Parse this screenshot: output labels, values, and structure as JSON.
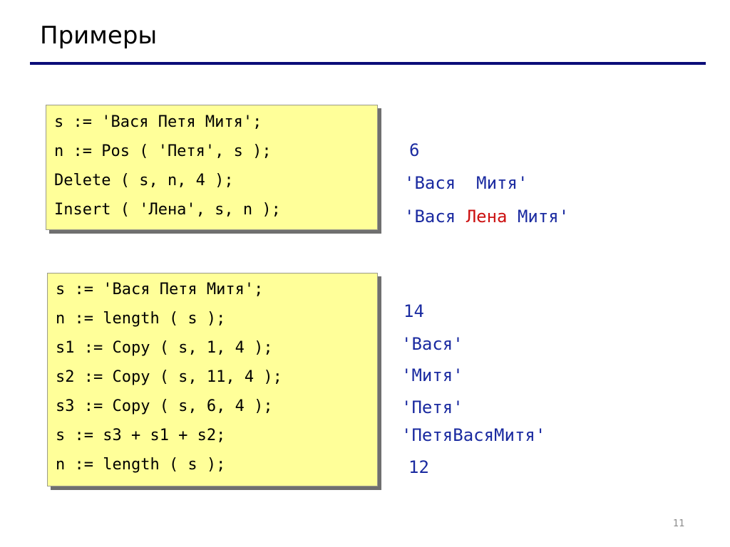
{
  "title": "Примеры",
  "example1": {
    "code": [
      "s := 'Вася Петя Митя';",
      "n := Pos ( 'Петя', s );",
      "Delete ( s, n, 4 );",
      "Insert ( 'Лена', s, n );"
    ],
    "results": {
      "r0": "6",
      "r1": "'Вася  Митя'",
      "r2_before": "'Вася ",
      "r2_highlight": "Лена",
      "r2_after": " Митя'"
    }
  },
  "example2": {
    "code": [
      "s := 'Вася Петя Митя';",
      "n := length ( s );",
      "s1 := Copy ( s, 1, 4 );",
      "s2 := Copy ( s, 11, 4 );",
      "s3 := Copy ( s, 6, 4 );",
      "s := s3 + s1 + s2;",
      "n := length ( s );"
    ],
    "results": [
      "14",
      "'Вася'",
      "'Митя'",
      "'Петя'",
      "'ПетяВасяМитя'",
      "12"
    ]
  },
  "page_number": "11",
  "colors": {
    "code_background": "#ffff99",
    "result_text": "#1a2aa0",
    "highlight_text": "#cc1111",
    "title_rule": "#0b0d78"
  }
}
